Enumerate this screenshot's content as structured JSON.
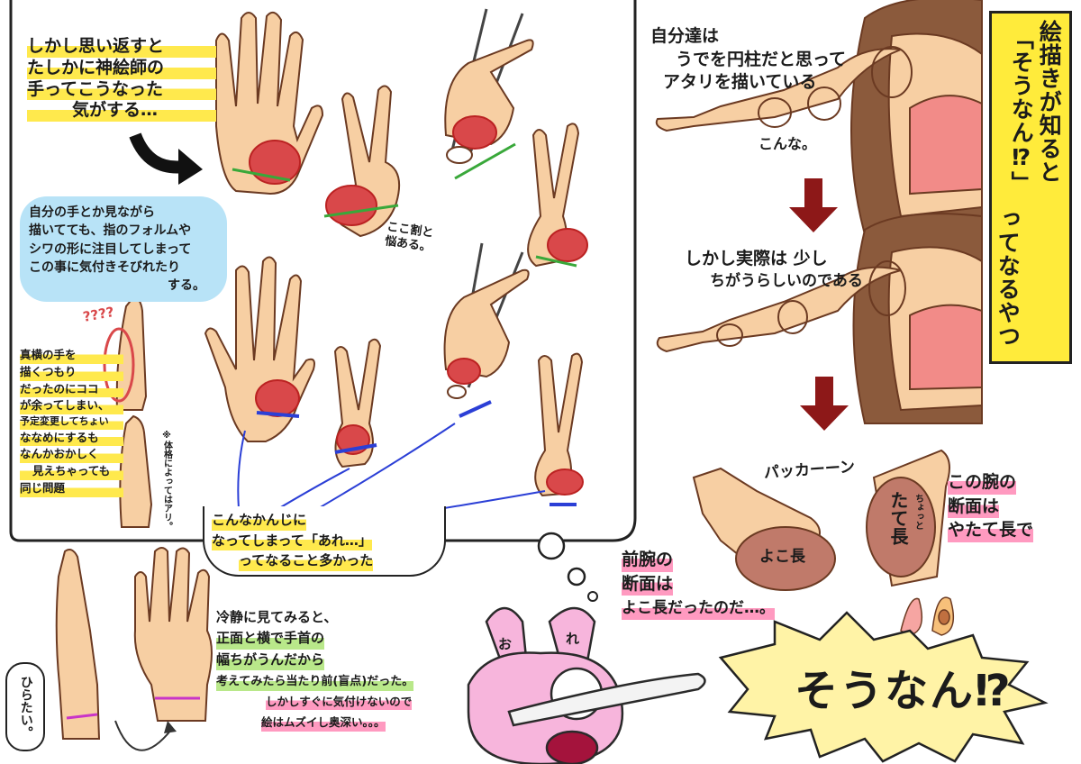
{
  "left_panel": {
    "intro": [
      "しかし思い返すと",
      "たしかに神絵師の",
      "手ってこうなった",
      "気がする…"
    ],
    "blue_note": [
      "自分の手とか見ながら",
      "描いてても、指のフォルムや",
      "シワの形に注目してしまって",
      "この事に気付きそびれたり",
      "する。"
    ],
    "question_mark": "????",
    "side_note": [
      "真横の手を",
      "描くつもり",
      "だったのにココ",
      "が余ってしまい、",
      "予定変更してちょい",
      "ななめにするも",
      "なんかおかしく",
      "見えちゃっても",
      "同じ問題"
    ],
    "small_note": "※体格によってはアリ。",
    "bubble": [
      "こんなかんじに",
      "なってしまって「あれ…」",
      "ってなること多かった"
    ],
    "pointer_note": [
      "ここ割と",
      "悩ある。"
    ]
  },
  "bottom_left": {
    "note": [
      "冷静に見てみると、",
      "正面と横で手首の",
      "幅ちがうんだから",
      "考えてみたら当たり前(盲点)だった。",
      "しかしすぐに気付けないので",
      "絵はムズイし奥深い。。。"
    ],
    "circle_label": "ひらたい。"
  },
  "right_panel": {
    "title_box": "絵描きが知ると「そうなん⁉」ってなるやつ",
    "title_col_a": "絵描きが知ると",
    "title_col_b": "「そうなん⁉」",
    "title_col_c": "ってなるやつ",
    "top_text": [
      "自分達は",
      "うでを円柱だと思って",
      "アタリを描いている"
    ],
    "konna": "こんな。",
    "mid_text": [
      "しかし実際は 少し",
      "ちがうらしいのである"
    ],
    "pakka": "パッカーーン",
    "yoko": "よこ長",
    "tate": "たて長",
    "chotto": "ちょっと",
    "forearm_note": [
      "前腕の",
      "断面は",
      "よこ長だったのだ…。"
    ],
    "upper_note": [
      "この腕の",
      "断面は",
      "やたて長で"
    ],
    "sounan": "そうなん⁉",
    "ore": [
      "お",
      "れ"
    ]
  },
  "colors": {
    "skin": "#f7cfa3",
    "skin_line": "#6b3a22",
    "red_patch": "#d9484a",
    "green_mark": "#39a83a",
    "blue_mark": "#2b3fd6",
    "arrow_red": "#8d1818",
    "title_bg": "#ffeb3b",
    "bunny_pink": "#f7b5dc",
    "burst_yellow": "#fff3a6"
  }
}
